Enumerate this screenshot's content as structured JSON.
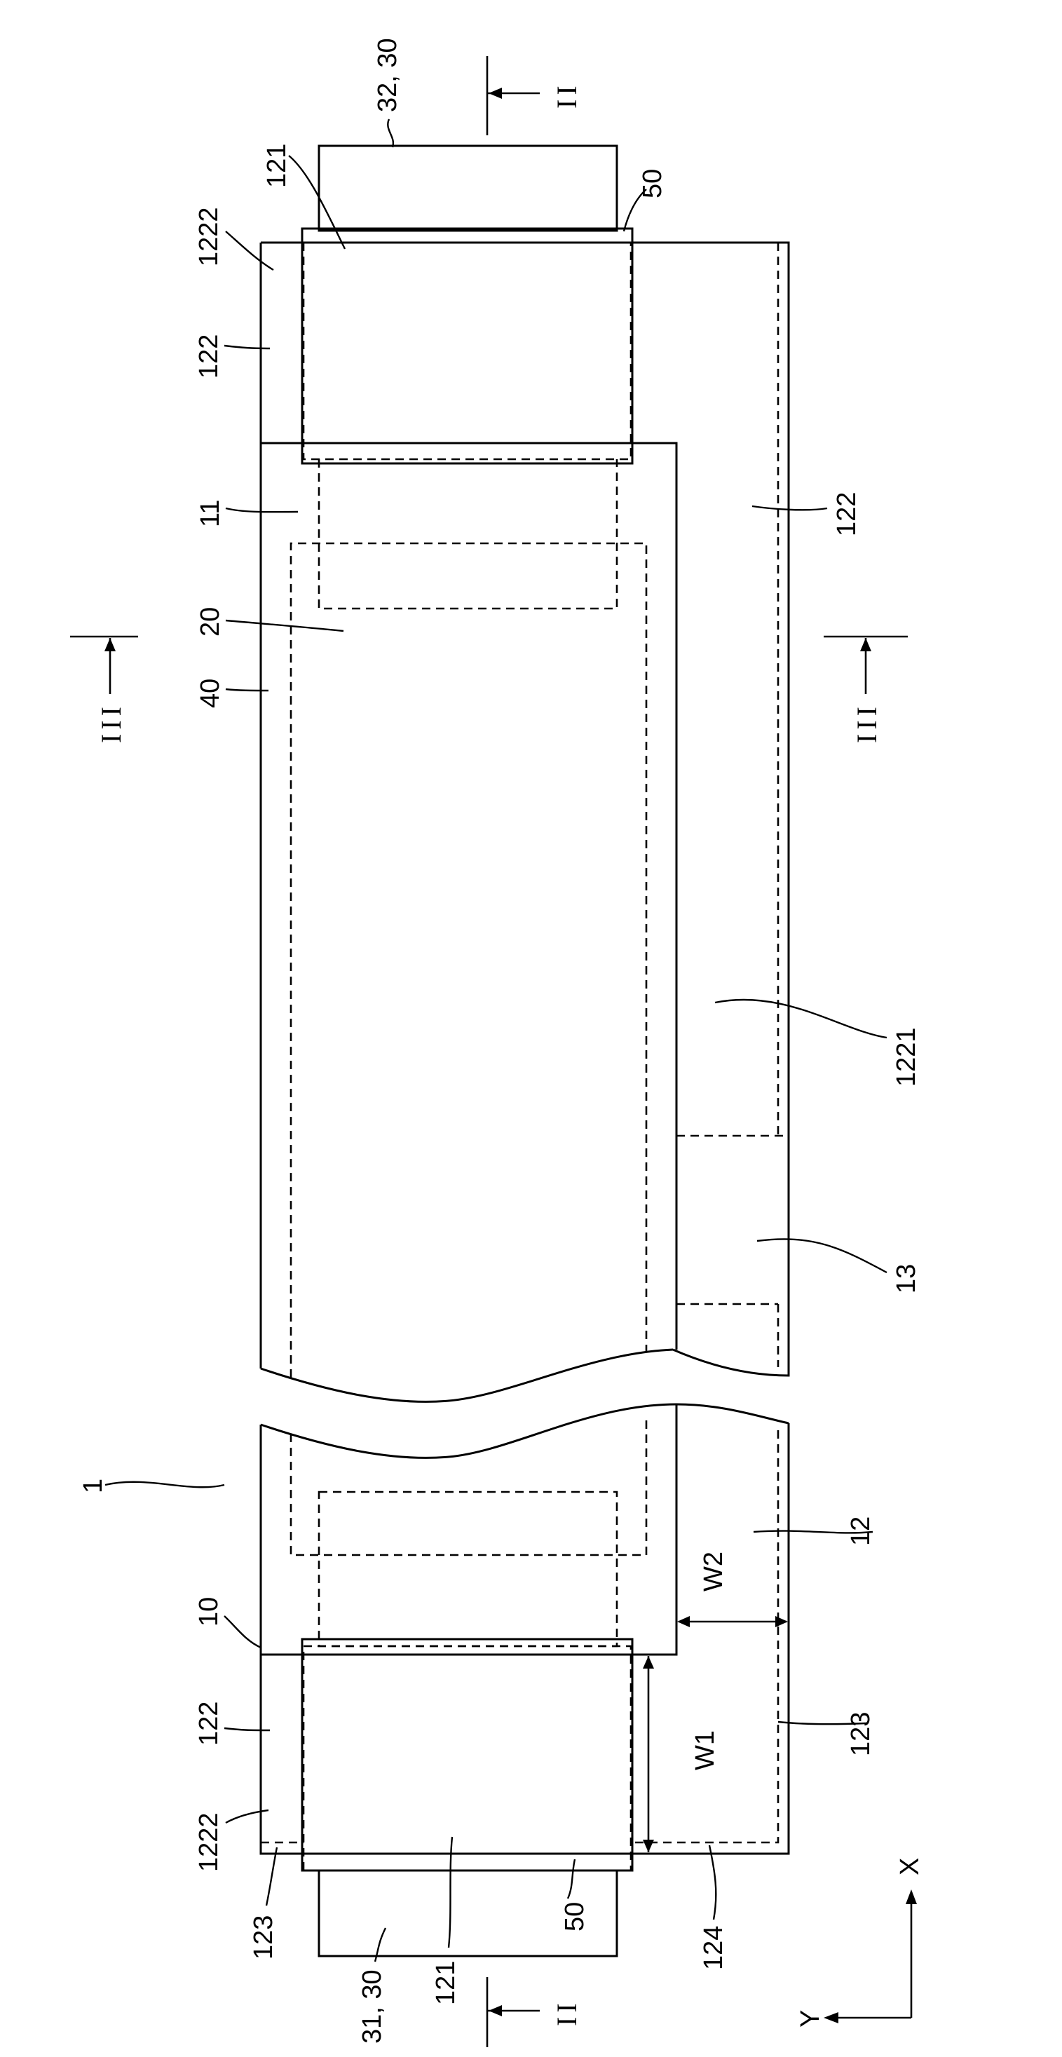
{
  "labels": {
    "ref_1": "1",
    "ref_10": "10",
    "ref_11": "11",
    "ref_12": "12",
    "ref_13": "13",
    "ref_20": "20",
    "ref_40": "40",
    "ref_50_top": "50",
    "ref_50_bottom": "50",
    "ref_121_top": "121",
    "ref_121_bottom": "121",
    "ref_122_upper_left": "122",
    "ref_122_upper_right": "122",
    "ref_122_lower_left": "122",
    "ref_123_right": "123",
    "ref_123_left": "123",
    "ref_124": "124",
    "ref_1221": "1221",
    "ref_1222_top": "1222",
    "ref_1222_bottom": "1222",
    "ref_32_30": "32, 30",
    "ref_31_30": "31, 30",
    "dim_w1": "W1",
    "dim_w2": "W2",
    "section_ii_top": "II",
    "section_ii_bottom": "II",
    "section_iii_left": "III",
    "section_iii_right": "III",
    "axis_x": "X",
    "axis_y": "Y"
  }
}
